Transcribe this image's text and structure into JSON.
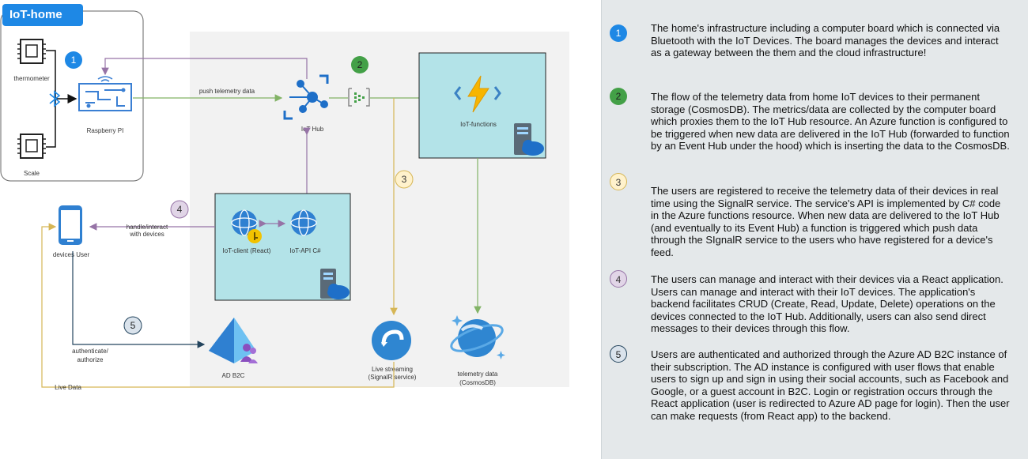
{
  "colors": {
    "b1": "#1e88e5",
    "b2": "#43a047",
    "b3": "#fff2cc",
    "b4": "#e1d5e7",
    "b5": "#dae3ec",
    "teal_box": "#b3e3e8",
    "grey_area": "#f2f2f2",
    "notes_bg": "#e4e8ea",
    "flow_green": "#82b366",
    "flow_purple": "#9673a6",
    "flow_yellow": "#d6b656",
    "flow_navy": "#23445d"
  },
  "diagram": {
    "iot_home_title": "IoT-home",
    "thermometer": "thermometer",
    "scale": "Scale",
    "raspberry": "Raspberry PI",
    "push_telemetry": "push telemetry data",
    "iot_hub": "IoT Hub",
    "iot_functions": "IoT-functions",
    "devices_user": "devices User",
    "handle_interact_1": "handle/interact",
    "handle_interact_2": "with devices",
    "iot_client": "IoT-client (React)",
    "iot_api": "IoT-API C#",
    "authenticate_1": "authenticate/",
    "authenticate_2": "authorize",
    "ad_b2c": "AD B2C",
    "live_streaming_1": "Live streaming",
    "live_streaming_2": "(SignalR service)",
    "telemetry_data_1": "telemetry data",
    "telemetry_data_2": "(CosmosDB)",
    "live_data": "Live Data",
    "badges": [
      "1",
      "2",
      "3",
      "4",
      "5"
    ]
  },
  "notes": [
    {
      "num": "1",
      "text": "The home's infrastructure including a computer board which is connected via Bluetooth with the IoT Devices. The board manages the devices and interact as a gateway between the them and the cloud infrastructure!"
    },
    {
      "num": "2",
      "text": "The flow of the telemetry data from home IoT devices to their permanent storage (CosmosDB). The metrics/data are collected by the computer board which proxies them to the IoT Hub resource. An Azure function is configured to be triggered when new data are delivered in the IoT Hub (forwarded to function by an Event Hub under the hood) which is inserting the data to the CosmosDB."
    },
    {
      "num": "3",
      "text": "The users are registered to receive the telemetry data of their devices in real time using the SignalR service. The service's API is implemented by C# code in the Azure functions resource. When new data are delivered to the IoT Hub (and eventually to its Event Hub) a function is triggered which push data through the SIgnalR service to the users who have registered for a device's feed."
    },
    {
      "num": "4",
      "text": "The users can manage and interact with their devices via a React application. Users can manage and interact with their IoT devices. The application's backend facilitates CRUD (Create, Read, Update, Delete) operations on the devices connected to the IoT Hub. Additionally, users can also send direct messages to their devices through this flow."
    },
    {
      "num": "5",
      "text": "Users are authenticated and authorized through the Azure AD B2C instance of their subscription. The AD instance is configured with user flows that enable users to sign up and sign in using their social accounts, such as Facebook and Google, or a guest account in B2C. Login or registration occurs through the React application (user is redirected to Azure AD page for login). Then the user can make requests (from React app) to the backend."
    }
  ]
}
